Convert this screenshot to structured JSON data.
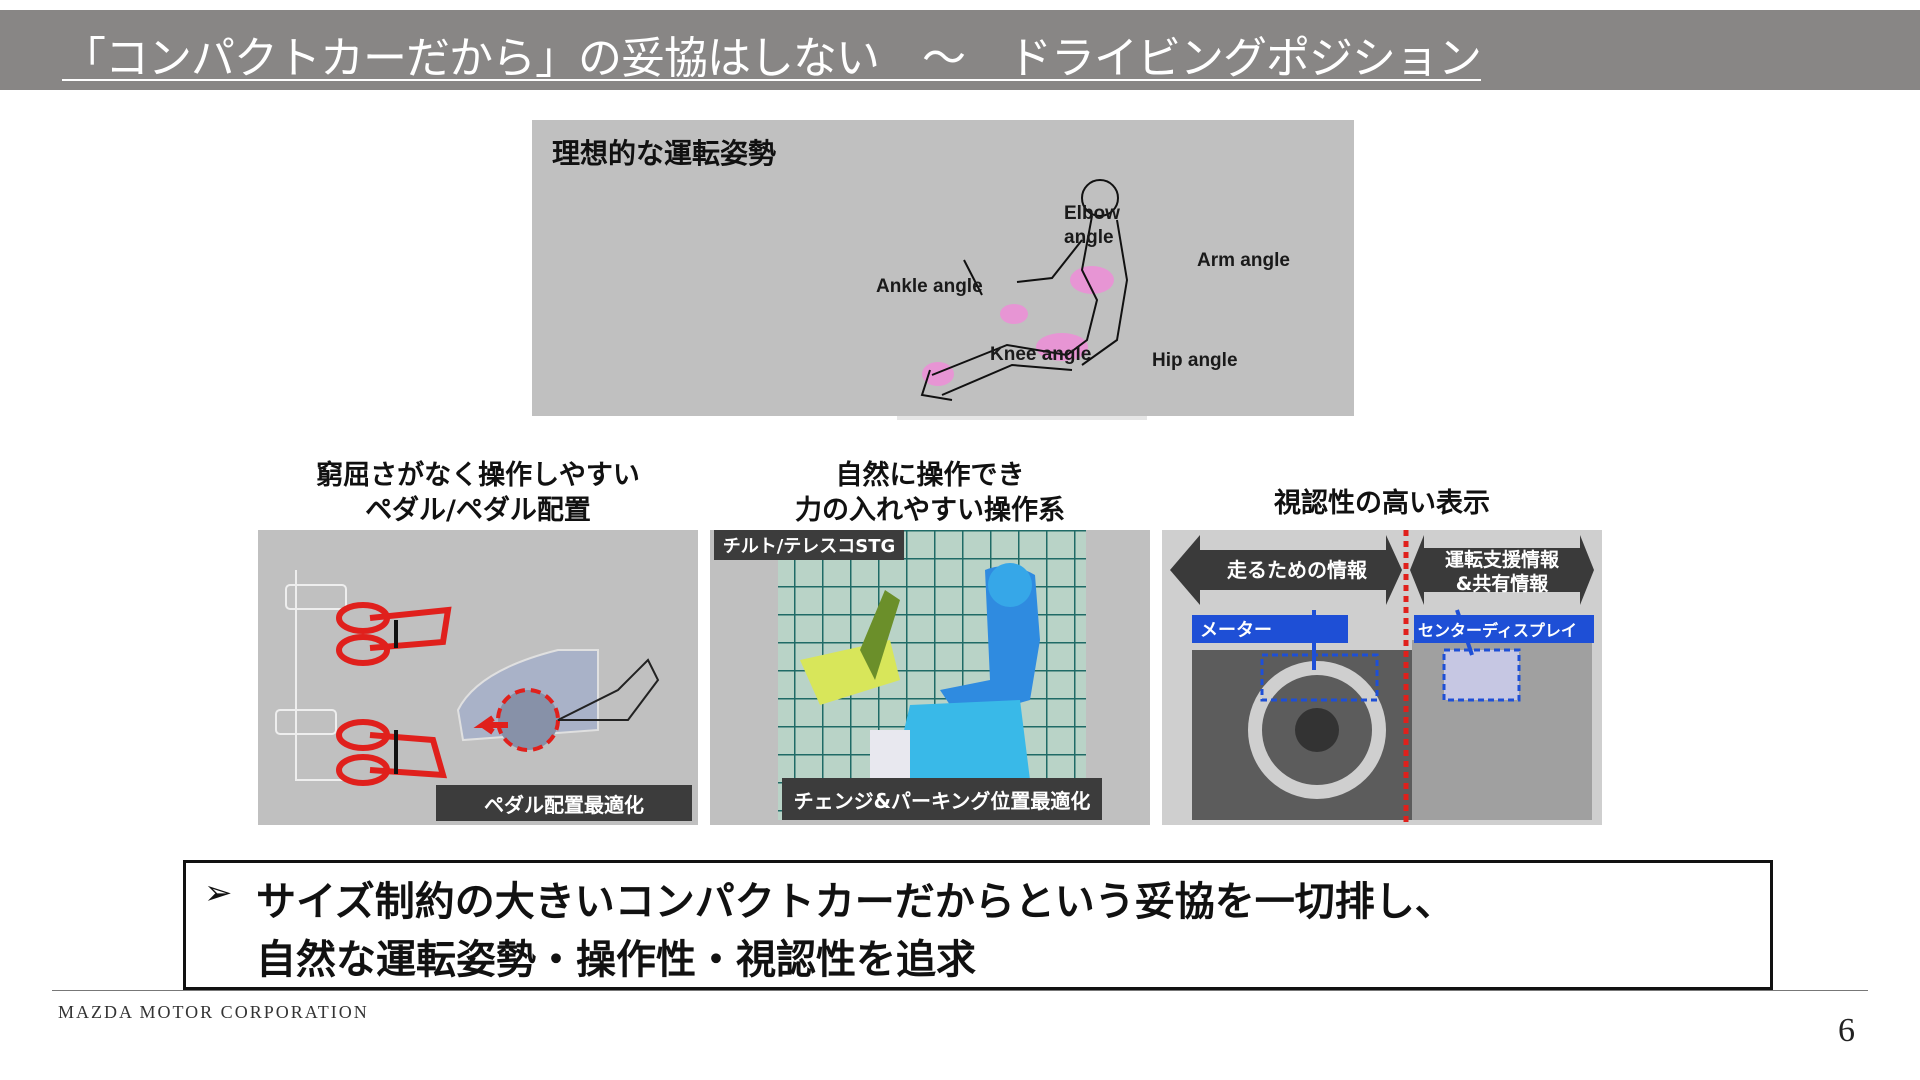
{
  "header": {
    "title": "「コンパクトカーだから」の妥協はしない　～　ドライビングポジション"
  },
  "posture_panel": {
    "title": "理想的な運転姿勢",
    "labels": {
      "elbow": "Elbow\nangle",
      "arm": "Arm angle",
      "ankle": "Ankle angle",
      "knee": "Knee angle",
      "hip": "Hip angle"
    }
  },
  "features": [
    {
      "caption_line1": "窮屈さがなく操作しやすい",
      "caption_line2": "ペダル/ペダル配置",
      "tag": "ペダル配置最適化"
    },
    {
      "caption_line1": "自然に操作でき",
      "caption_line2": "力の入れやすい操作系",
      "tag_top": "チルト/テレスコSTG",
      "tag": "チェンジ&パーキング位置最適化"
    },
    {
      "caption_line1": "視認性の高い表示",
      "left_zone": "走るための情報",
      "right_zone_line1": "運転支援情報",
      "right_zone_line2": "&共有情報",
      "meter_label": "メーター",
      "display_label": "センターディスプレイ"
    }
  ],
  "summary": {
    "bullet": "➢",
    "line1": "サイズ制約の大きいコンパクトカーだからという妥協を一切排し、",
    "line2": "自然な運転姿勢・操作性・視認性を追求"
  },
  "footer": {
    "company": "MAZDA MOTOR CORPORATION",
    "page_number": "6"
  },
  "colors": {
    "title_bar": "#888685",
    "panel_gray": "#c0c0c0",
    "accent_red": "#e0201c",
    "accent_blue": "#1e4fd6",
    "pink": "#f08ad8"
  }
}
